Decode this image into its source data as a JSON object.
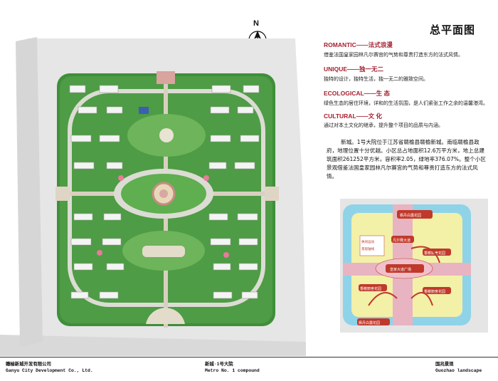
{
  "north": {
    "label": "N"
  },
  "title": "总平面图",
  "sections": [
    {
      "title": "ROMANTIC——法式浪漫",
      "body": "借鉴法国皇家园林凡尔赛宫的气势和尊贵打造东方的法式风情。"
    },
    {
      "title": "UNIQUE——独一无二",
      "body": "独特的设计，独特生活，独一无二的雅致空间。"
    },
    {
      "title": "ECOLOGICAL——生  态",
      "body": "绿色生态的居住环境，详和的生活氛围，是人们紧张工作之余的温馨港湾。"
    },
    {
      "title": "CULTURAL——文  化",
      "body": "通过对本土文化的继承，提升整个项目的品质与内涵。"
    }
  ],
  "description": "新城。1号大院位于江苏省赣榆县赣榆新城。南临赣榆县政府，地理位置十分优越。小区总占地面积12.6万平方米，地上总建筑面积261252平方米，容积率2.05，绿地率376.07%。整个小区景观借鉴法国皇家园林凡尔赛宫的气势和尊贵打造东方的法式风情。",
  "inset_labels": {
    "top": "枫丹白露花园",
    "center": "皇家大道广场",
    "bottom": "枫丹白露花园",
    "left_top": "凡尔赛大道",
    "right_mid": "香榭丽舍花园",
    "left_bottom": "香榭丽舍花园",
    "right_bottom": "香榭丽舍花园",
    "legend1": "休闲运动",
    "legend2": "景观轴线"
  },
  "footer": {
    "left_cn": "赣榆新城开发有限公司",
    "left_en": "Ganyu City Development Co., Ltd.",
    "center_cn": "新城·1号大院",
    "center_en": "Metro No. 1 compound",
    "right_cn": "国兆景观",
    "right_en": "Guozhao landscape"
  },
  "colors": {
    "accent": "#a51f2f",
    "green": "#3f8f3a",
    "road": "#dcdcd4"
  }
}
